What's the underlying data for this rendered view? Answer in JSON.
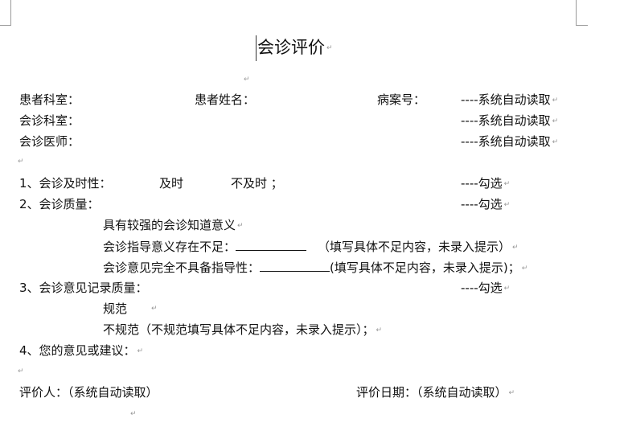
{
  "title": "会诊评价",
  "header_fields": {
    "patient_dept": "患者科室：",
    "patient_name": "患者姓名：",
    "record_no": "病案号：",
    "consult_dept": "会诊科室：",
    "consult_doctor": "会诊医师：",
    "auto_read": "----系统自动读取"
  },
  "q1": {
    "label": "1、会诊及时性：",
    "opt1": "及时",
    "opt2": "不及时 ；",
    "note": "----勾选"
  },
  "q2": {
    "label": "2、会诊质量：",
    "note": "----勾选",
    "opt1": "具有较强的会诊知道意义",
    "opt2": "会诊指导意义存在不足：",
    "opt2_hint": "（填写具体不足内容，未录入提示）",
    "opt3": "会诊意见完全不具备指导性：",
    "opt3_hint": "(填写具体不足内容，未录入提示)；"
  },
  "q3": {
    "label": "3、会诊意见记录质量：",
    "note": "----勾选",
    "opt1": "规范",
    "opt2": "不规范（不规范填写具体不足内容，未录入提示）；"
  },
  "q4": {
    "label": "4、您的意见或建议："
  },
  "footer": {
    "evaluator": "评价人：（系统自动读取）",
    "eval_date": "评价日期：（系统自动读取）"
  }
}
